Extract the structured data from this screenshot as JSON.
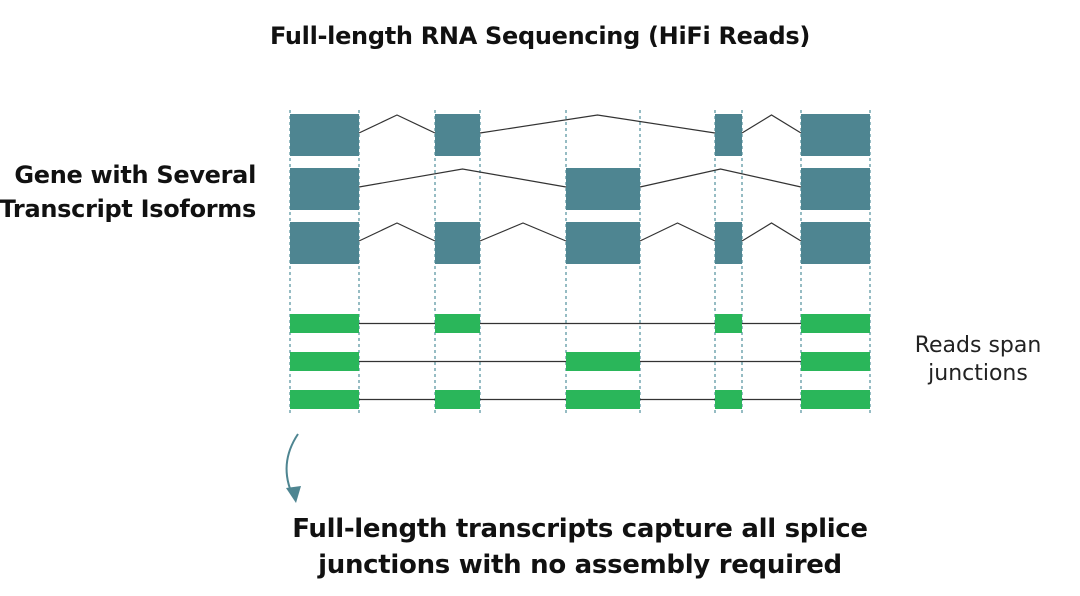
{
  "title": "Full-length RNA Sequencing (HiFi Reads)",
  "left_label": {
    "line1": "Gene with Several",
    "line2": "Transcript Isoforms"
  },
  "right_label": {
    "line1": "Reads span",
    "line2": "junctions"
  },
  "caption": {
    "line1": "Full-length transcripts capture all splice",
    "line2": "junctions with no assembly required"
  },
  "colors": {
    "isoform_exon": "#4e8591",
    "read_exon": "#2ab65a",
    "guide_line": "#5e97a3",
    "intron_line": "#333333",
    "arrow": "#4e8591",
    "text": "#111111"
  },
  "exons": [
    "exon-1",
    "exon-2",
    "exon-3",
    "exon-4",
    "exon-5"
  ],
  "isoforms": [
    {
      "name": "isoform-1",
      "exons": [
        1,
        2,
        4,
        5
      ]
    },
    {
      "name": "isoform-2",
      "exons": [
        1,
        3,
        5
      ]
    },
    {
      "name": "isoform-3",
      "exons": [
        1,
        2,
        3,
        4,
        5
      ]
    }
  ],
  "reads": [
    {
      "name": "read-1",
      "exons": [
        1,
        2,
        4,
        5
      ]
    },
    {
      "name": "read-2",
      "exons": [
        1,
        3,
        5
      ]
    },
    {
      "name": "read-3",
      "exons": [
        1,
        2,
        3,
        4,
        5
      ]
    }
  ],
  "arrow_icon": "curved-arrow-icon"
}
